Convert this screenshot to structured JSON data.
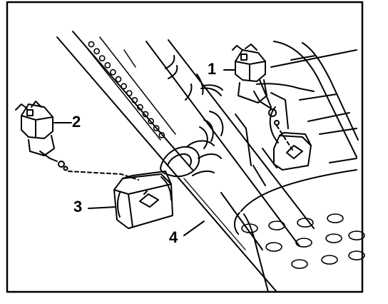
{
  "diagram": {
    "callouts": [
      {
        "label": "1"
      },
      {
        "label": "2"
      },
      {
        "label": "3"
      },
      {
        "label": "4"
      }
    ],
    "colors": {
      "ink": "#000000",
      "paper": "#ffffff"
    }
  }
}
